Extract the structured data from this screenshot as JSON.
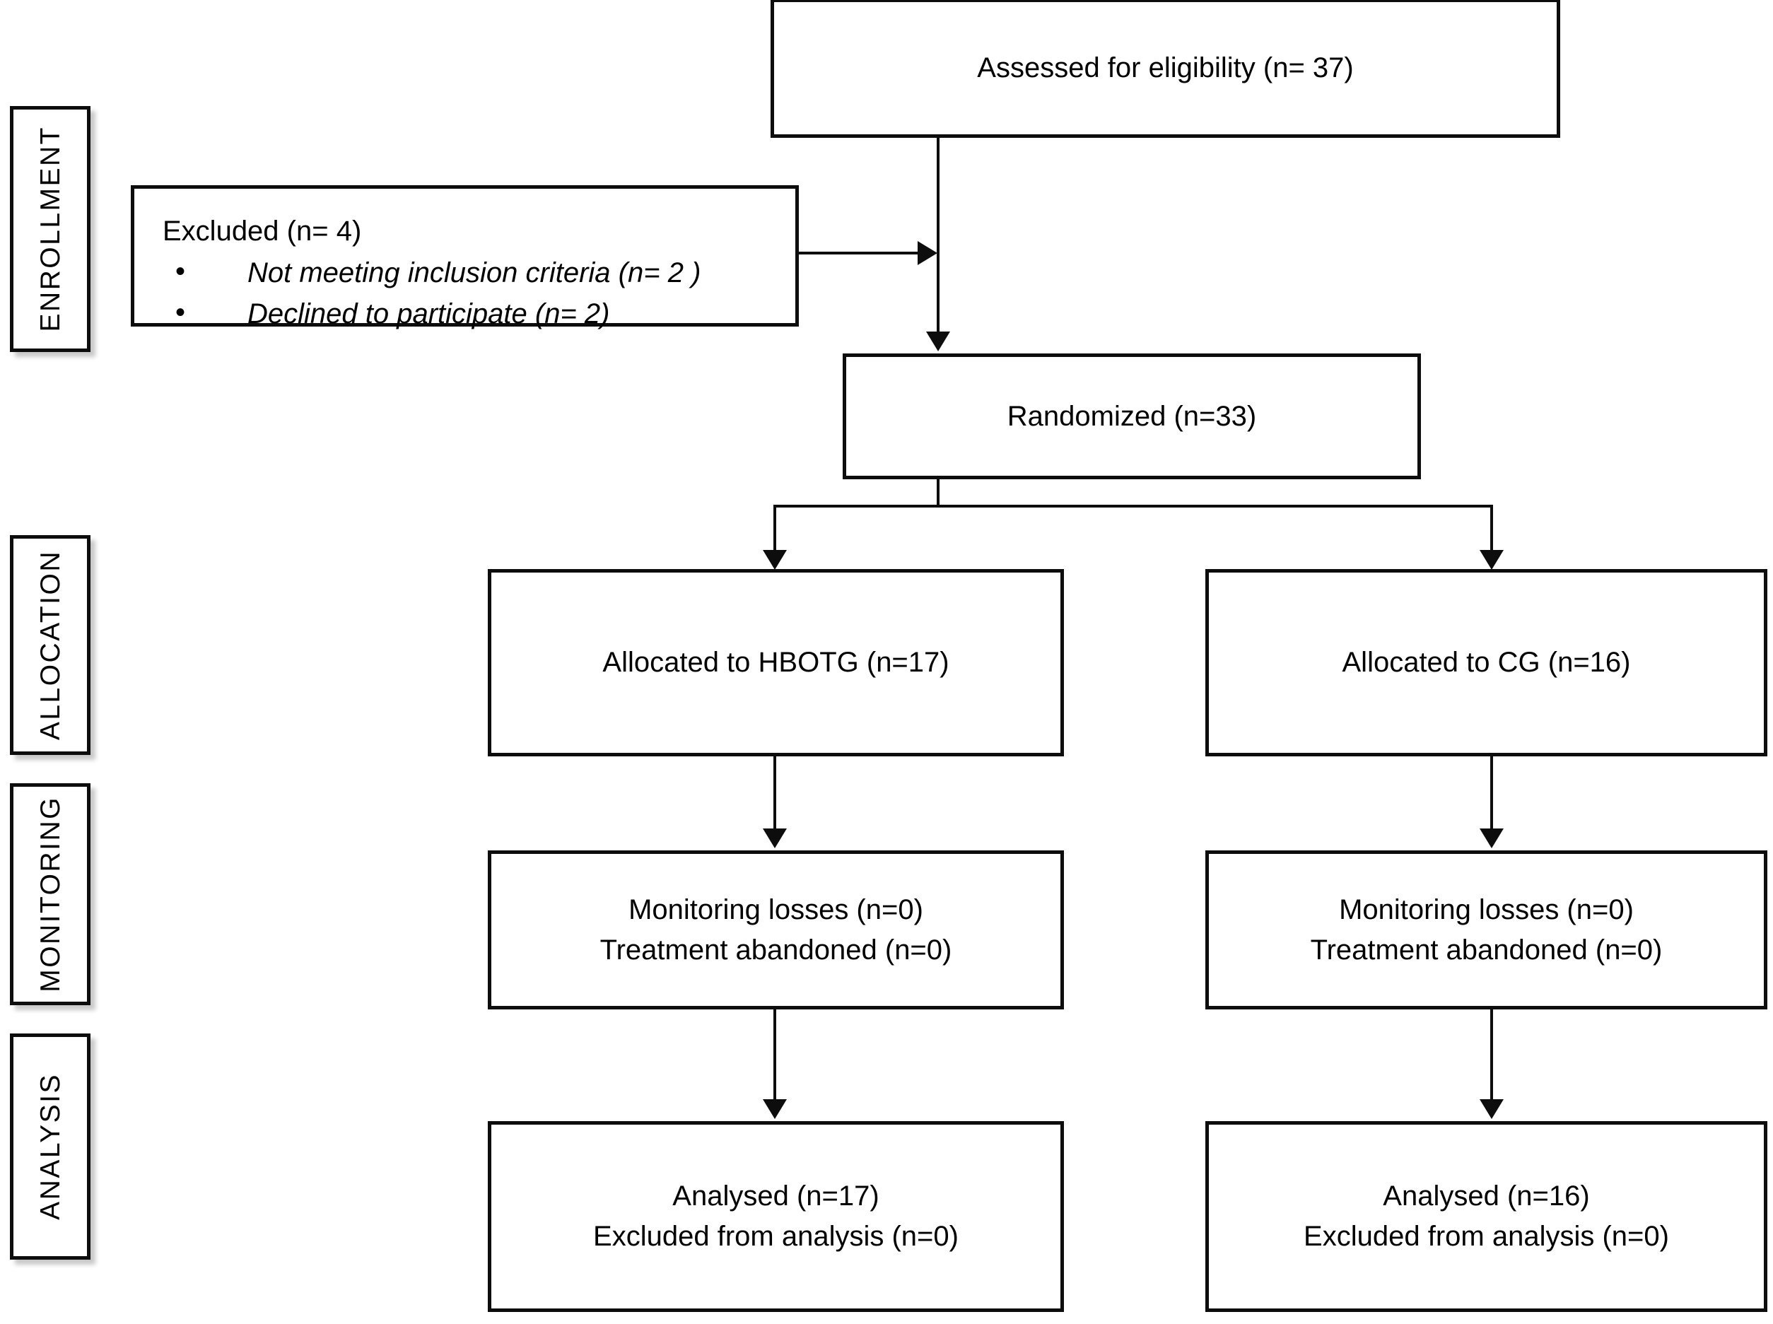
{
  "diagram": {
    "title": "CONSORT participant flow diagram",
    "type": "flowchart",
    "line_color": "#0d0d0d",
    "background_color": "#ffffff"
  },
  "stages": [
    {
      "id": "enrollment",
      "label": "ENROLLMENT"
    },
    {
      "id": "allocation",
      "label": "ALLOCATION"
    },
    {
      "id": "monitoring",
      "label": "MONITORING"
    },
    {
      "id": "analysis",
      "label": "ANALYSIS"
    }
  ],
  "nodes": {
    "assessed": {
      "text": "Assessed  for eligibility (n= 37)"
    },
    "excluded": {
      "title": "Excluded   (n= 4)",
      "reasons": [
        "Not meeting inclusion criteria (n= 2 )",
        "Declined to participate (n= 2)"
      ]
    },
    "randomized": {
      "text": "Randomized  (n=33)"
    },
    "alloc_left": {
      "text": "Allocated  to HBOTG (n=17)"
    },
    "alloc_right": {
      "text": "Allocated  to CG (n=16)"
    },
    "monitor_left": {
      "text": "Monitoring losses (n=0)\nTreatment abandoned (n=0)"
    },
    "monitor_right": {
      "text": "Monitoring losses (n=0)\nTreatment abandoned (n=0)"
    },
    "analysis_left": {
      "text": "Analysed (n=17)\nExcluded  from analysis (n=0)"
    },
    "analysis_right": {
      "text": "Analysed (n=16)\nExcluded  from analysis (n=0)"
    }
  },
  "counts": {
    "assessed_for_eligibility": 37,
    "excluded_total": 4,
    "not_meeting_inclusion_criteria": 2,
    "declined_to_participate": 2,
    "randomized": 33,
    "allocated_hbotg": 17,
    "allocated_cg": 16,
    "monitoring_losses_hbotg": 0,
    "treatment_abandoned_hbotg": 0,
    "monitoring_losses_cg": 0,
    "treatment_abandoned_cg": 0,
    "analysed_hbotg": 17,
    "excluded_from_analysis_hbotg": 0,
    "analysed_cg": 16,
    "excluded_from_analysis_cg": 0
  }
}
